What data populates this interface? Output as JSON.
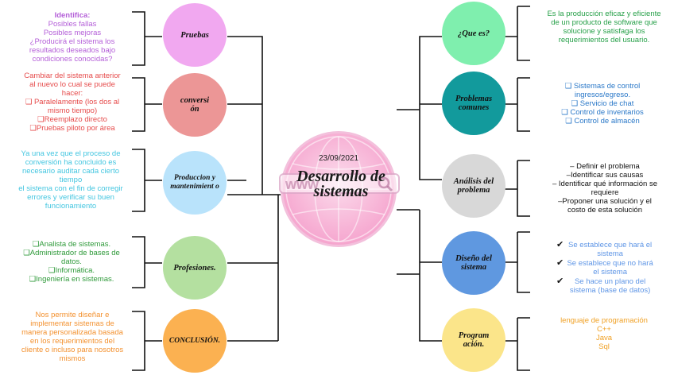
{
  "center": {
    "date": "23/09/2021",
    "title": "Desarrollo de sistemas",
    "bar_text": "www"
  },
  "left_nodes": [
    {
      "label": "Pruebas",
      "color": "#f1a8f0",
      "note_color": "#b45fd8",
      "note_heading": "Identifica:",
      "note_lines": [
        "Posibles fallas",
        "Posibles mejoras",
        "¿Producirá el sistema los resultados deseados bajo condiciones conocidas?"
      ]
    },
    {
      "label": "conversi ón",
      "color": "#ec9696",
      "note_color": "#e64b4b",
      "note_heading": "",
      "note_lines": [
        "Cambiar del sistema anterior al nuevo lo cual se puede hacer:",
        "❑ Paralelamente (los dos al mismo tiempo)",
        "❑Reemplazo directo",
        "❑Pruebas piloto por área"
      ]
    },
    {
      "label": "Produccion y mantenimient o",
      "color": "#b9e3fb",
      "note_color": "#43c6e0",
      "note_heading": "",
      "note_lines": [
        "Ya una vez que el proceso de conversión ha concluido es necesario auditar cada cierto tiempo",
        "el sistema con el fin de corregir errores y verificar su buen funcionamiento"
      ]
    },
    {
      "label": "Profesiones.",
      "color": "#b4e0a0",
      "note_color": "#2f9a3a",
      "note_heading": "",
      "note_lines": [
        "❑Analista de sistemas.",
        "❑Administrador de bases de datos.",
        "❑Informática.",
        "❑Ingeniería en sistemas."
      ]
    },
    {
      "label": "CONCLUSIÓN.",
      "color": "#fbb151",
      "note_color": "#f3912f",
      "note_heading": "",
      "note_lines": [
        "Nos permite diseñar e implementar sistemas de manera personalizada basada en los requerimientos del cliente o incluso para nosotros mismos"
      ]
    }
  ],
  "right_nodes": [
    {
      "label": "¿Que es?",
      "color": "#7fefae",
      "note_color": "#27a049",
      "note_lines": [
        "Es la producción eficaz y eficiente de un producto de software que solucione y satisfaga los requerimientos del usuario."
      ]
    },
    {
      "label": "Problemas comunes",
      "color": "#129a9c",
      "note_color": "#2a78c8",
      "note_lines": [
        "❑ Sistemas de control ingresos/egreso.",
        "❑ Servicio de chat",
        "❑ Control de inventarios",
        "❑ Control de almacén"
      ]
    },
    {
      "label": "Análisis del problema",
      "color": "#d8d8d8",
      "note_color": "#111111",
      "note_lines": [
        "– Definir el problema",
        "–Identificar sus causas",
        "– Identificar qué información se requiere",
        "–Proponer una solución y el costo de esta solución"
      ]
    },
    {
      "label": "Diseño del sistema",
      "color": "#5f98e0",
      "note_color": "#5f96e6",
      "note_lines": [
        "Se establece que hará el sistema",
        "Se establece que no hará el sistema",
        "Se hace un plano del sistema (base de datos)"
      ],
      "check_icon": "check-icon"
    },
    {
      "label": "Program ación.",
      "color": "#fbe58a",
      "note_color": "#f0a125",
      "note_lines": [
        "lenguaje de programación",
        "C++",
        "Java",
        "Sql"
      ]
    }
  ]
}
